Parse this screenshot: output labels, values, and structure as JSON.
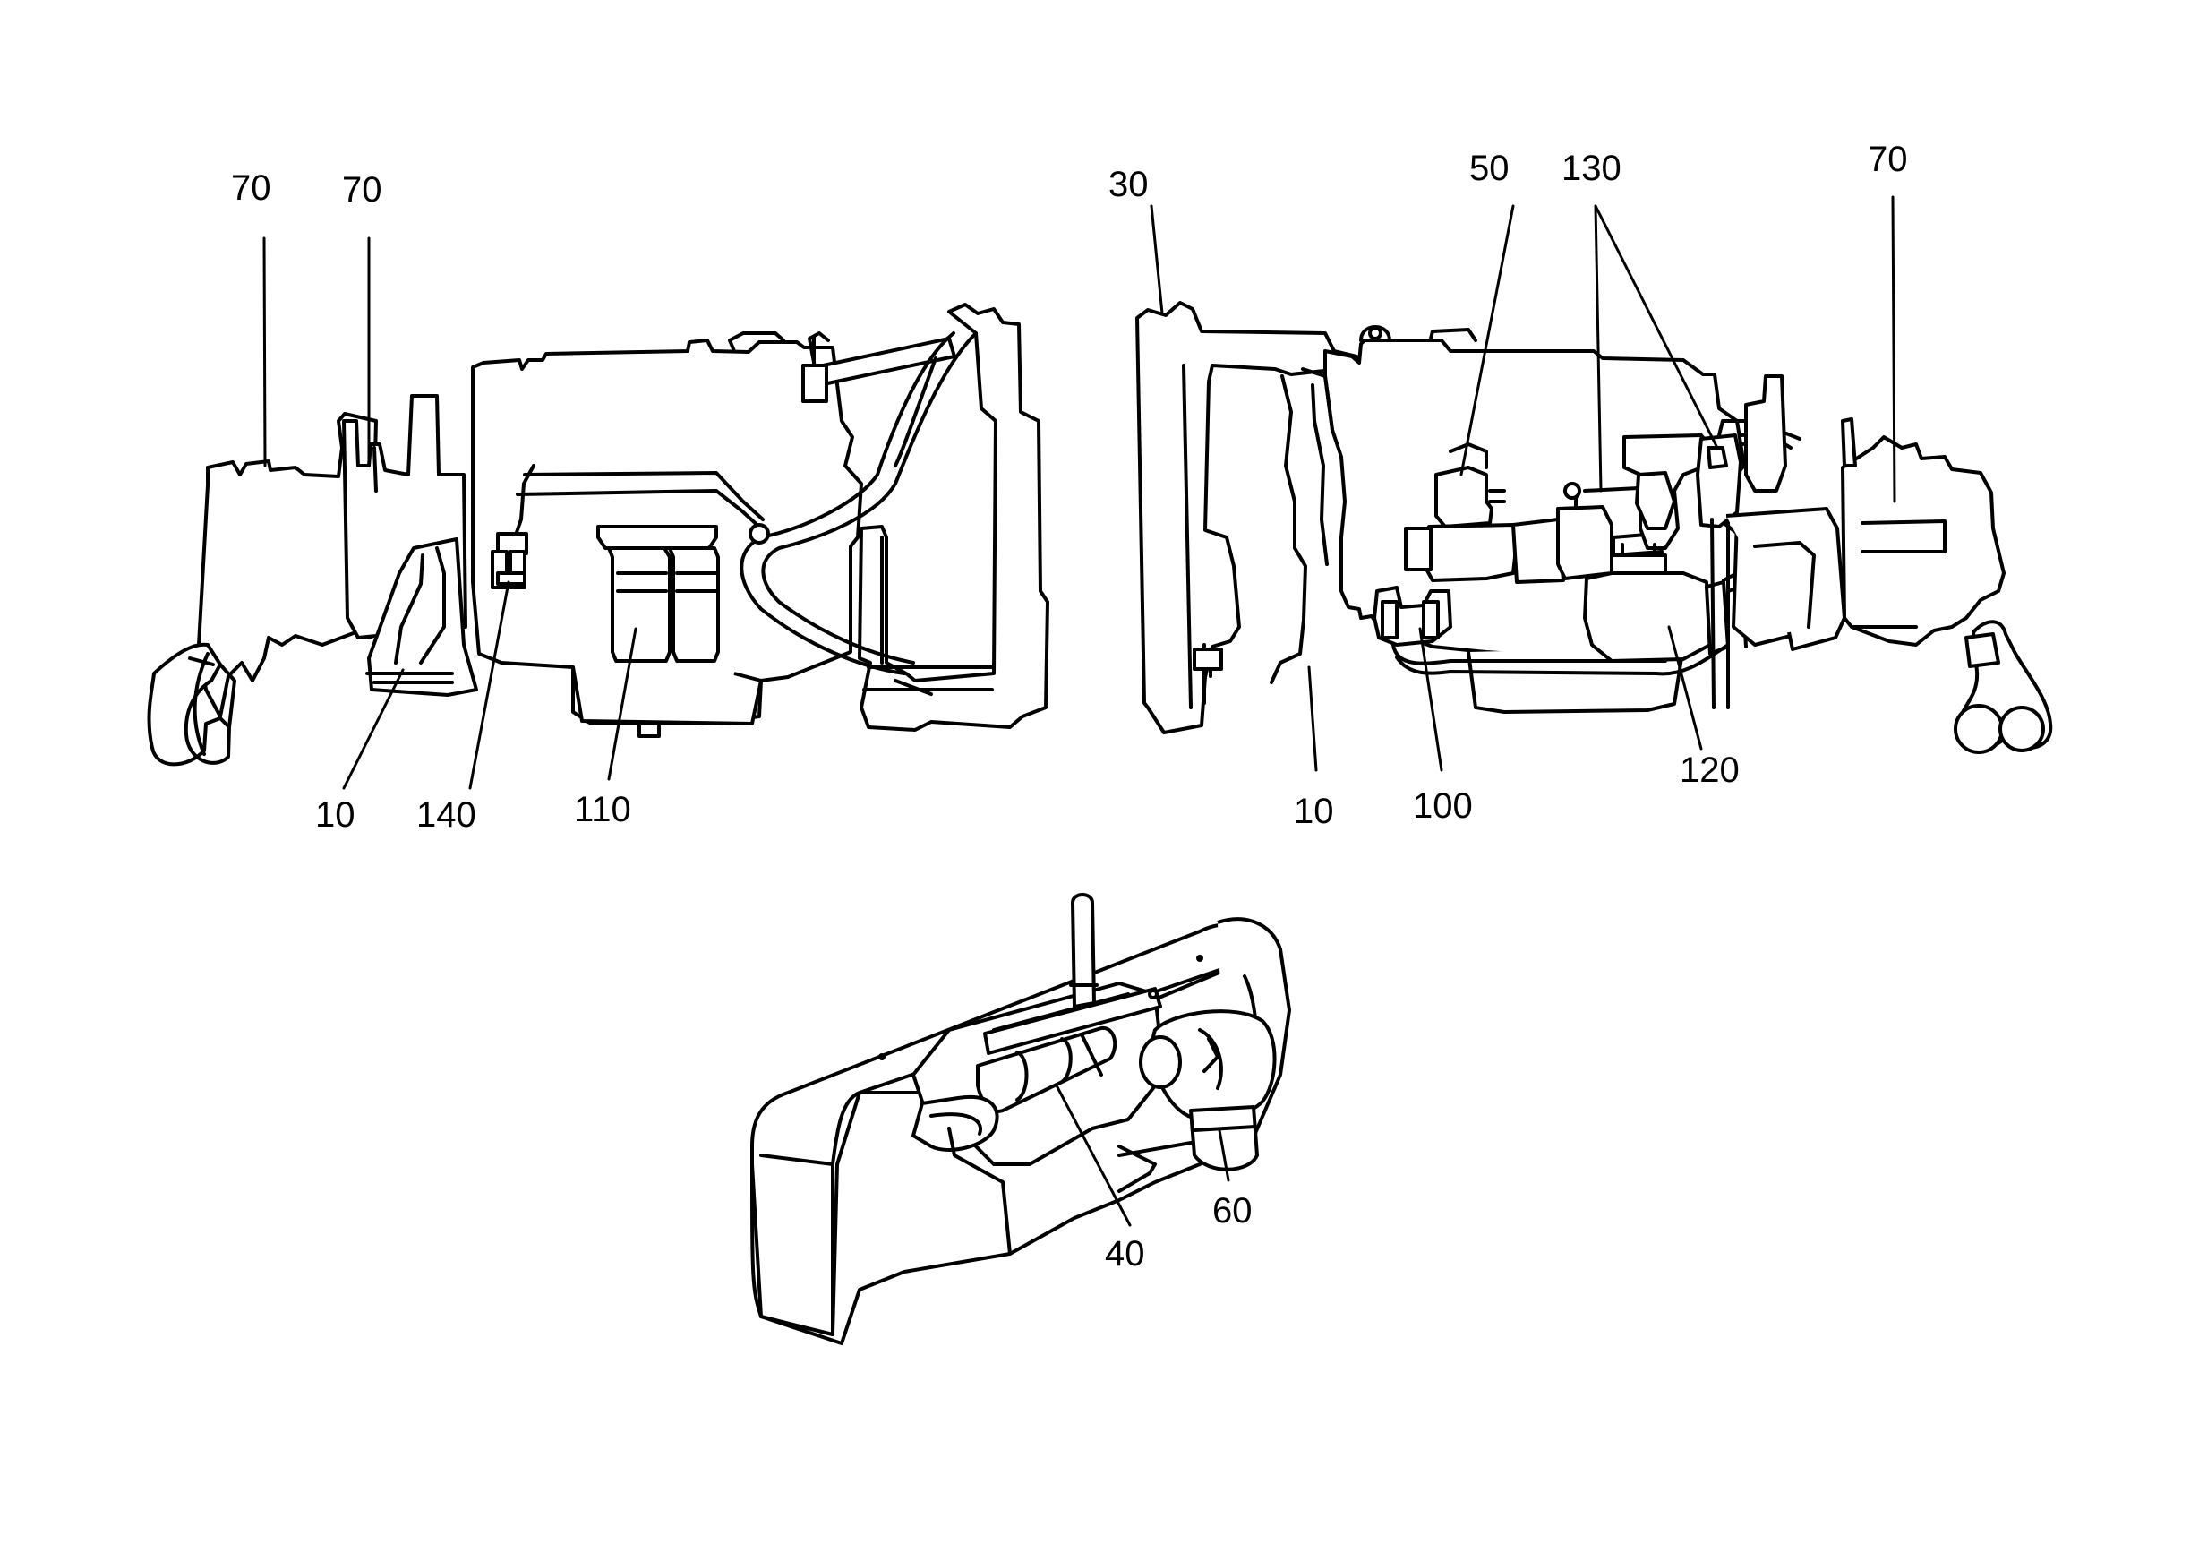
{
  "colors": {
    "ink": "#000000",
    "paper": "#ffffff"
  },
  "callouts": {
    "left_view": {
      "c70a": "70",
      "c70b": "70",
      "c10": "10",
      "c140": "140",
      "c110": "110"
    },
    "right_view": {
      "c30": "30",
      "c50": "50",
      "c130": "130",
      "c70": "70",
      "c10": "10",
      "c100": "100",
      "c120": "120"
    },
    "bottom_view": {
      "c40": "40",
      "c60": "60"
    }
  }
}
